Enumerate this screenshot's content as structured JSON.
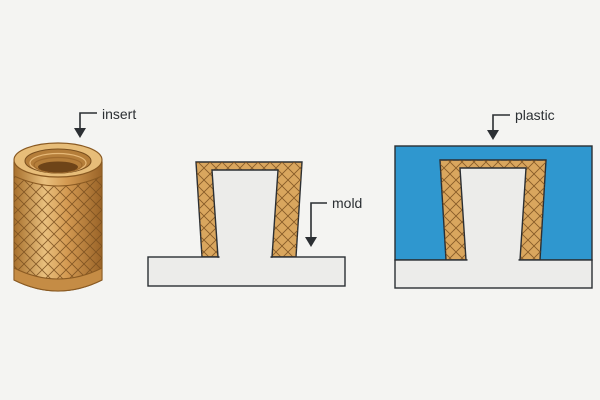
{
  "labels": {
    "insert": "insert",
    "mold": "mold",
    "plastic": "plastic"
  },
  "colors": {
    "background": "#f4f4f2",
    "brass_light": "#e4b46e",
    "brass_mid": "#c98f45",
    "brass_dark": "#8a5a22",
    "mold_fill": "#ececea",
    "plastic_fill": "#2f97cf",
    "outline": "#2b2f33"
  },
  "icons": {
    "pointer": "arrow-down-icon"
  }
}
